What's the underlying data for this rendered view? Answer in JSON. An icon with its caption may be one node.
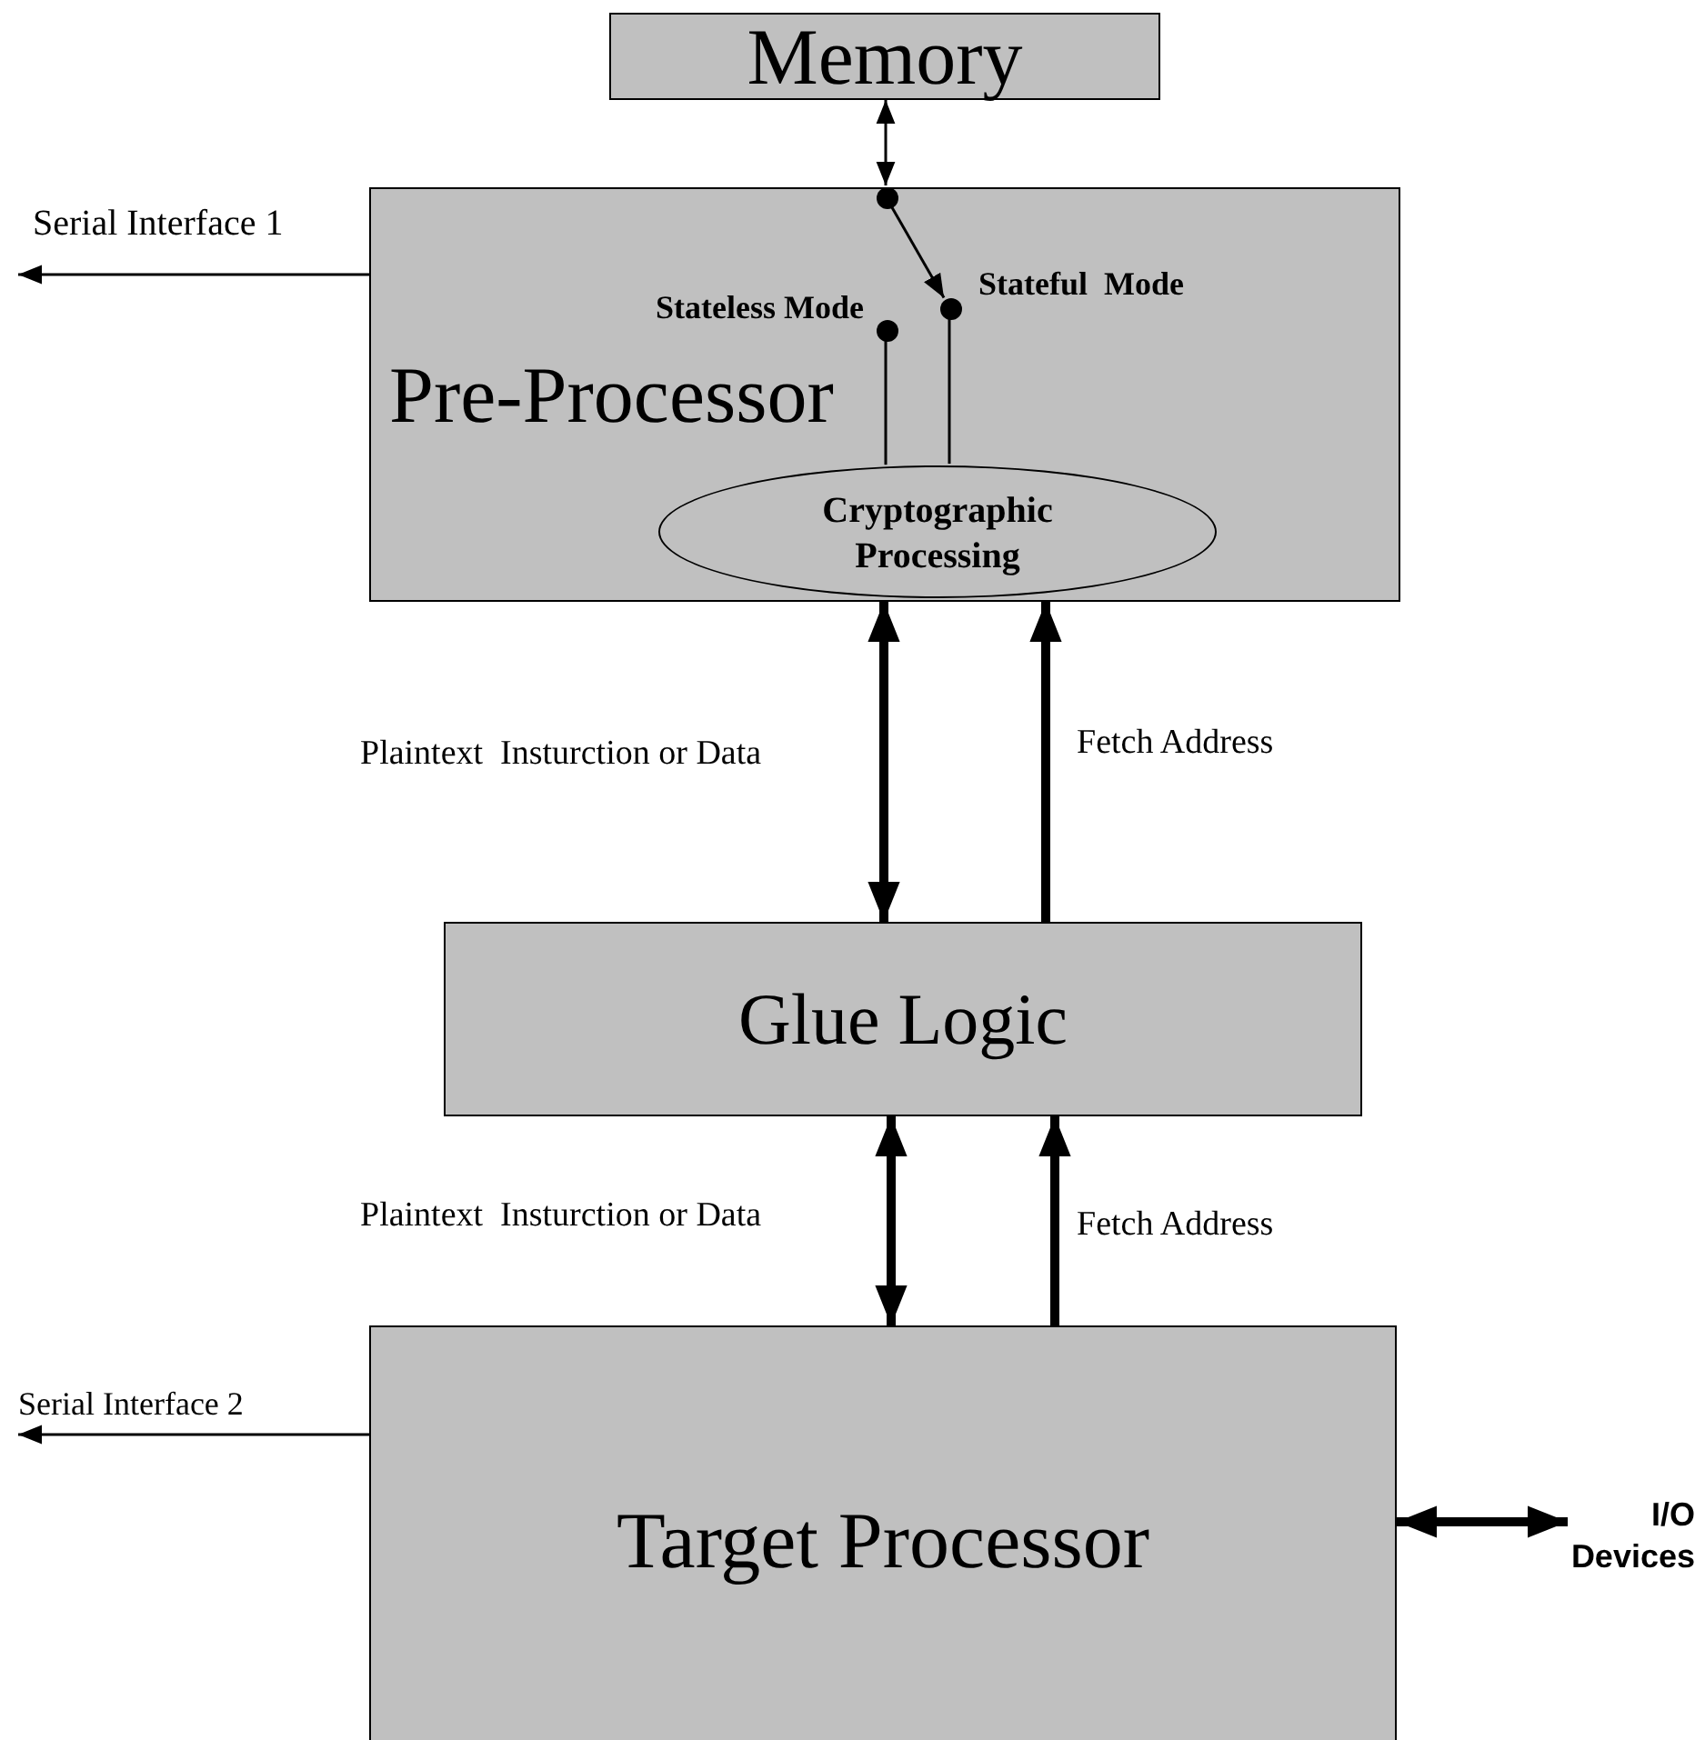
{
  "diagram": {
    "nodes": [
      {
        "text": [
          "Memory"
        ]
      },
      {
        "text": [
          "Pre-Processor"
        ]
      },
      {
        "text": [],
        "shape": "circle",
        "in": 1
      },
      {
        "text": [],
        "shape": "circle",
        "in": 1,
        "beside": [
          "Stateless Mode"
        ]
      },
      {
        "text": [],
        "shape": "circle",
        "in": 1,
        "beside": [
          "Stateful  Mode"
        ]
      },
      {
        "text": [
          "Cryptographic Processing"
        ],
        "in": 1
      },
      {
        "text": [
          "Glue Logic"
        ]
      },
      {
        "text": [
          "Target Processor"
        ]
      },
      {
        "text": [
          "I/O Devices"
        ]
      }
    ],
    "edges": [
      {
        "from": 0,
        "to": 2,
        "arrow": "both"
      },
      {
        "from": 2,
        "to": 4,
        "arrow": "to"
      },
      {
        "from": 3,
        "to": 5,
        "arrow": "none"
      },
      {
        "from": 4,
        "to": 5,
        "arrow": "none"
      },
      {
        "from": 1,
        "to": null,
        "arrow": "to",
        "label": "Serial Interface 1"
      },
      {
        "from": 1,
        "to": 6,
        "arrow": "both",
        "label": "Plaintext  Insturction or Data",
        "style": "thick"
      },
      {
        "from": 6,
        "to": 1,
        "arrow": "to",
        "label": "Fetch Address",
        "style": "thick"
      },
      {
        "from": 6,
        "to": 7,
        "arrow": "both",
        "label": "Plaintext  Insturction or Data",
        "style": "thick"
      },
      {
        "from": 7,
        "to": 6,
        "arrow": "to",
        "label": "Fetch Address",
        "style": "thick"
      },
      {
        "from": 7,
        "to": null,
        "arrow": "to",
        "label": "Serial Interface 2"
      },
      {
        "from": 7,
        "to": 8,
        "arrow": "both",
        "style": "thick"
      }
    ]
  }
}
